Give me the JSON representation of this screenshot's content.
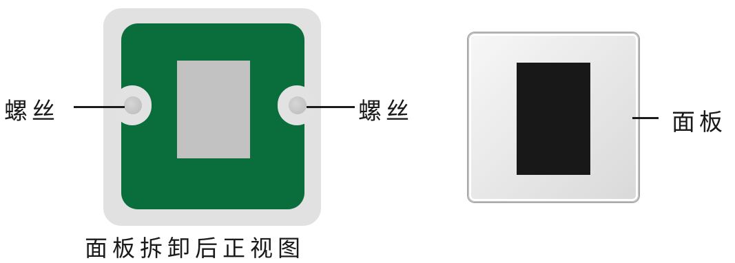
{
  "figure": {
    "left_view": {
      "screw_label_left": "螺丝",
      "screw_label_right": "螺丝",
      "caption": "面板拆卸后正视图"
    },
    "right_view": {
      "panel_label": "面板"
    }
  },
  "colors": {
    "board_green": "#0a6e3c",
    "plate_gray": "#e1e1e1",
    "module_gray": "#c2c2c2",
    "display_black": "#181818"
  }
}
